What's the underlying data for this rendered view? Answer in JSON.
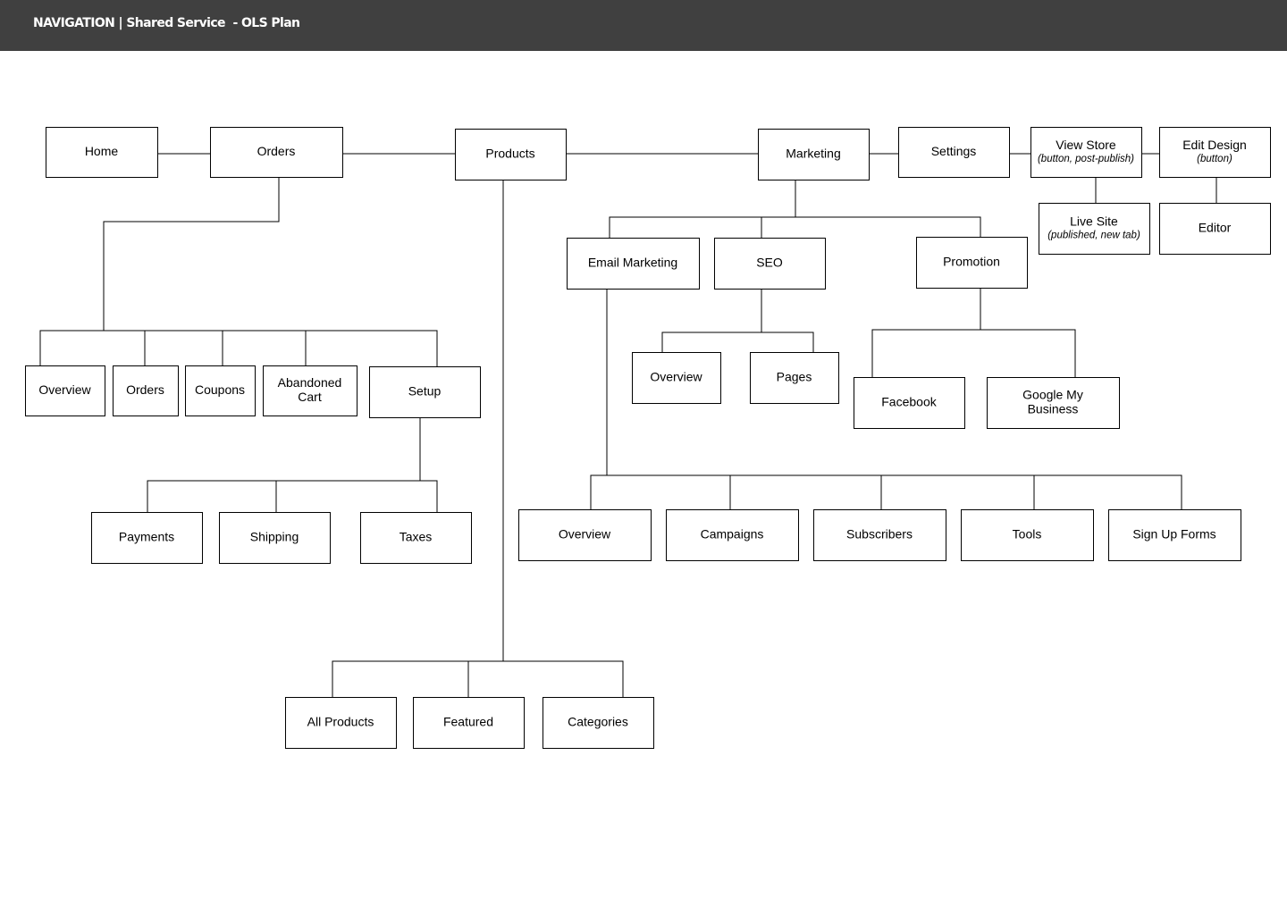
{
  "header": {
    "title": "NAVIGATION | Shared Service  - OLS Plan"
  },
  "colors": {
    "header_bg": "#404040",
    "header_text": "#ffffff",
    "box_stroke": "#000000",
    "box_fill": "#ffffff"
  },
  "nodes": [
    {
      "id": "home",
      "lines": [
        "Home"
      ]
    },
    {
      "id": "orders",
      "lines": [
        "Orders"
      ]
    },
    {
      "id": "products",
      "lines": [
        "Products"
      ]
    },
    {
      "id": "marketing",
      "lines": [
        "Marketing"
      ]
    },
    {
      "id": "settings",
      "lines": [
        "Settings"
      ]
    },
    {
      "id": "view-store",
      "lines": [
        "View Store"
      ],
      "note": "(button, post-publish)"
    },
    {
      "id": "edit-design",
      "lines": [
        "Edit Design"
      ],
      "note": "(button)"
    },
    {
      "id": "live-site",
      "lines": [
        "Live Site"
      ],
      "note": "(published, new tab)"
    },
    {
      "id": "editor",
      "lines": [
        "Editor"
      ]
    },
    {
      "id": "email-marketing",
      "lines": [
        "Email Marketing"
      ]
    },
    {
      "id": "seo",
      "lines": [
        "SEO"
      ]
    },
    {
      "id": "promotion",
      "lines": [
        "Promotion"
      ]
    },
    {
      "id": "seo-overview",
      "lines": [
        "Overview"
      ]
    },
    {
      "id": "seo-pages",
      "lines": [
        "Pages"
      ]
    },
    {
      "id": "facebook",
      "lines": [
        "Facebook"
      ]
    },
    {
      "id": "google-my-business",
      "lines": [
        "Google My",
        "Business"
      ]
    },
    {
      "id": "orders-overview",
      "lines": [
        "Overview"
      ]
    },
    {
      "id": "orders-orders",
      "lines": [
        "Orders"
      ]
    },
    {
      "id": "coupons",
      "lines": [
        "Coupons"
      ]
    },
    {
      "id": "abandoned-cart",
      "lines": [
        "Abandoned",
        "Cart"
      ]
    },
    {
      "id": "setup",
      "lines": [
        "Setup"
      ]
    },
    {
      "id": "payments",
      "lines": [
        "Payments"
      ]
    },
    {
      "id": "shipping",
      "lines": [
        "Shipping"
      ]
    },
    {
      "id": "taxes",
      "lines": [
        "Taxes"
      ]
    },
    {
      "id": "email-overview",
      "lines": [
        "Overview"
      ]
    },
    {
      "id": "campaigns",
      "lines": [
        "Campaigns"
      ]
    },
    {
      "id": "subscribers",
      "lines": [
        "Subscribers"
      ]
    },
    {
      "id": "tools",
      "lines": [
        "Tools"
      ]
    },
    {
      "id": "sign-up-forms",
      "lines": [
        "Sign Up Forms"
      ]
    },
    {
      "id": "all-products",
      "lines": [
        "All Products"
      ]
    },
    {
      "id": "featured",
      "lines": [
        "Featured"
      ]
    },
    {
      "id": "categories",
      "lines": [
        "Categories"
      ]
    }
  ],
  "edges": [
    [
      "home",
      "orders"
    ],
    [
      "orders",
      "products"
    ],
    [
      "products",
      "marketing"
    ],
    [
      "marketing",
      "settings"
    ],
    [
      "settings",
      "view-store"
    ],
    [
      "view-store",
      "edit-design"
    ],
    [
      "view-store",
      "live-site"
    ],
    [
      "edit-design",
      "editor"
    ],
    [
      "marketing",
      "email-marketing"
    ],
    [
      "marketing",
      "seo"
    ],
    [
      "marketing",
      "promotion"
    ],
    [
      "seo",
      "seo-overview"
    ],
    [
      "seo",
      "seo-pages"
    ],
    [
      "promotion",
      "facebook"
    ],
    [
      "promotion",
      "google-my-business"
    ],
    [
      "orders",
      "orders-overview"
    ],
    [
      "orders",
      "orders-orders"
    ],
    [
      "orders",
      "coupons"
    ],
    [
      "orders",
      "abandoned-cart"
    ],
    [
      "orders",
      "setup"
    ],
    [
      "setup",
      "payments"
    ],
    [
      "setup",
      "shipping"
    ],
    [
      "setup",
      "taxes"
    ],
    [
      "email-marketing",
      "email-overview"
    ],
    [
      "email-marketing",
      "campaigns"
    ],
    [
      "email-marketing",
      "subscribers"
    ],
    [
      "email-marketing",
      "tools"
    ],
    [
      "email-marketing",
      "sign-up-forms"
    ],
    [
      "products",
      "all-products"
    ],
    [
      "products",
      "featured"
    ],
    [
      "products",
      "categories"
    ]
  ]
}
